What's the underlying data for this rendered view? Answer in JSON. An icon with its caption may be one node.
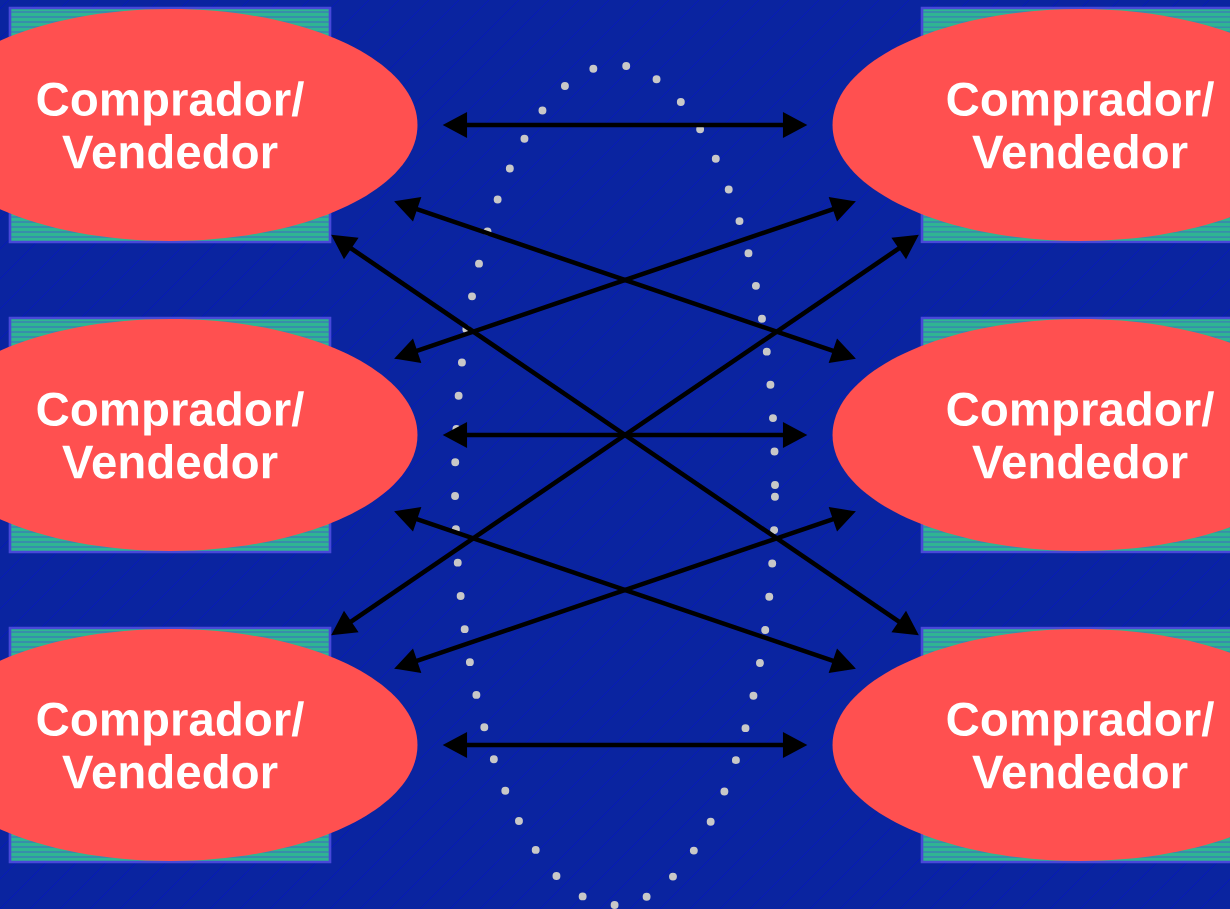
{
  "diagram": {
    "nodes": [
      {
        "text": [
          "Comprador/ Vendedor"
        ]
      },
      {
        "text": [
          "Comprador/ Vendedor"
        ]
      },
      {
        "text": [
          "Comprador/ Vendedor"
        ]
      },
      {
        "text": [
          "Comprador/ Vendedor"
        ]
      },
      {
        "text": [
          "Comprador/ Vendedor"
        ]
      },
      {
        "text": [
          "Comprador/ Vendedor"
        ]
      }
    ],
    "edges": [
      {
        "from": 0,
        "to": 1,
        "arrow": "both"
      },
      {
        "from": 0,
        "to": 3,
        "arrow": "both"
      },
      {
        "from": 0,
        "to": 5,
        "arrow": "both"
      },
      {
        "from": 2,
        "to": 1,
        "arrow": "both"
      },
      {
        "from": 2,
        "to": 3,
        "arrow": "both"
      },
      {
        "from": 2,
        "to": 5,
        "arrow": "both"
      },
      {
        "from": 4,
        "to": 1,
        "arrow": "both"
      },
      {
        "from": 4,
        "to": 3,
        "arrow": "both"
      },
      {
        "from": 4,
        "to": 5,
        "arrow": "both"
      }
    ]
  }
}
